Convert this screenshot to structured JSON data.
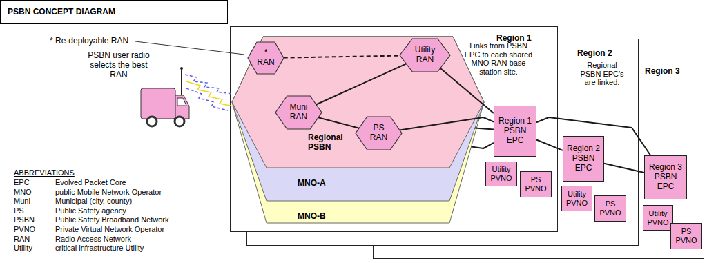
{
  "diagram": {
    "title": "PSBN CONCEPT DIAGRAM",
    "nodes": [
      {
        "text": [
          "Region 1"
        ]
      },
      {
        "text": [
          "MNO-B"
        ],
        "in": 0
      },
      {
        "text": [
          "MNO-A"
        ],
        "in": 1
      },
      {
        "text": [
          "Regional PSBN"
        ],
        "in": 2
      },
      {
        "text": [
          "* RAN"
        ],
        "in": 3
      },
      {
        "text": [
          "Utility RAN"
        ],
        "in": 3
      },
      {
        "text": [
          "Muni RAN"
        ],
        "in": 3
      },
      {
        "text": [
          "PS RAN"
        ],
        "in": 3
      },
      {
        "text": [
          "Region 1 PSBN EPC"
        ],
        "in": 0
      },
      {
        "text": [
          "Utility PVNO"
        ],
        "in": 0
      },
      {
        "text": [
          "PS PVNO"
        ],
        "in": 0
      },
      {
        "text": [
          "Region 2"
        ]
      },
      {
        "text": [
          "Region 2 PSBN EPC"
        ],
        "in": 11
      },
      {
        "text": [
          "Utility PVNO"
        ],
        "in": 11
      },
      {
        "text": [
          "PS PVNO"
        ],
        "in": 11
      },
      {
        "text": [
          "Region 3"
        ]
      },
      {
        "text": [
          "Region 3 PSBN EPC"
        ],
        "in": 15
      },
      {
        "text": [
          "Utility PVNO"
        ],
        "in": 15
      },
      {
        "text": [
          "PS PVNO"
        ],
        "in": 15
      }
    ],
    "edges": [
      {
        "from": 4,
        "to": 5,
        "arrow": "none"
      },
      {
        "from": 5,
        "to": 6,
        "arrow": "none"
      },
      {
        "from": 6,
        "to": 7,
        "arrow": "none"
      },
      {
        "from": 5,
        "to": 8,
        "arrow": "none"
      },
      {
        "from": 7,
        "to": 8,
        "arrow": "none"
      },
      {
        "from": 2,
        "to": 8,
        "arrow": "none"
      },
      {
        "from": 1,
        "to": 8,
        "arrow": "none"
      },
      {
        "from": 8,
        "to": 12,
        "arrow": "none"
      },
      {
        "from": 12,
        "to": 16,
        "arrow": "none"
      },
      {
        "from": 8,
        "to": 16,
        "arrow": "none"
      }
    ],
    "labels": [
      "* Re-deployable RAN",
      "PSBN user radio selects the best RAN",
      "Links from PSBN EPC to each shared MNO RAN base station site.",
      "Regional PSBN EPC's are linked.",
      "ABBREVIATIONS",
      "EPC",
      "Evolved Packet Core",
      "MNO",
      "public Mobile Network Operator",
      "Muni",
      "Municipal (city, county)",
      "PS",
      "Public Safety agency",
      "PSBN",
      "Public Safety Broadband Network",
      "PVNO",
      "Private Virtual Network Operator",
      "RAN",
      "Radio Access Network",
      "Utility",
      "critical infrastructure Utility"
    ]
  }
}
